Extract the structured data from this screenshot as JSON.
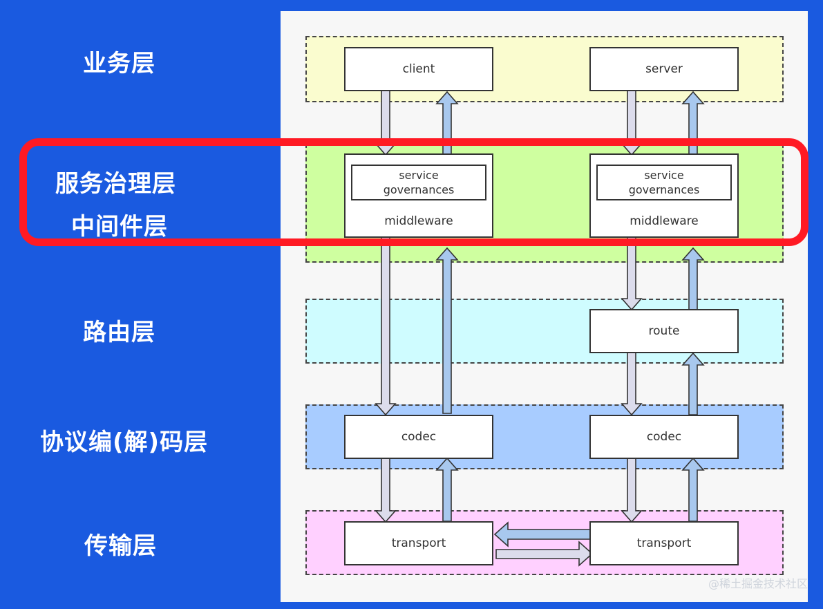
{
  "layers": {
    "business": "业务层",
    "governance": "服务治理层",
    "middleware": "中间件层",
    "routing": "路由层",
    "codec": "协议编(解)码层",
    "transport": "传输层"
  },
  "client_side": {
    "top": "client",
    "service_governance_line1": "service",
    "service_governance_line2": "governances",
    "middleware": "middleware",
    "codec": "codec",
    "transport": "transport"
  },
  "server_side": {
    "top": "server",
    "service_governance_line1": "service",
    "service_governance_line2": "governances",
    "middleware": "middleware",
    "route": "route",
    "codec": "codec",
    "transport": "transport"
  },
  "colors": {
    "background": "#1a5ae0",
    "highlight": "#ff1a24",
    "band_business": "#fafccf",
    "band_governance": "#cfffa0",
    "band_routing": "#cffcff",
    "band_codec": "#a8ccff",
    "band_transport": "#ffd0ff"
  },
  "watermark": "@稀土掘金技术社区"
}
